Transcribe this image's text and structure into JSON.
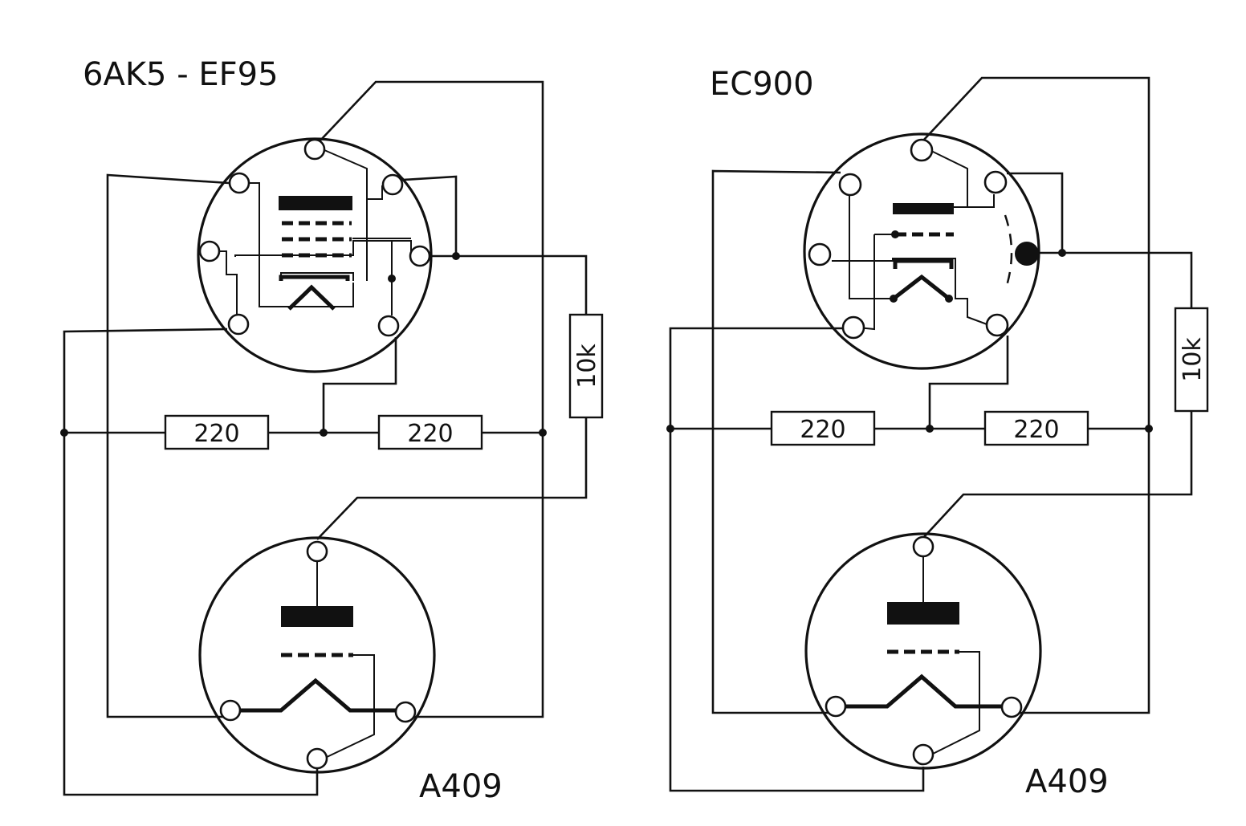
{
  "left_circuit": {
    "title": "6AK5 - EF95",
    "resistor_a": "220",
    "resistor_b": "220",
    "resistor_load": "10k",
    "bottom_tube": "A409"
  },
  "right_circuit": {
    "title": "EC900",
    "resistor_a": "220",
    "resistor_b": "220",
    "resistor_load": "10k",
    "bottom_tube": "A409"
  }
}
